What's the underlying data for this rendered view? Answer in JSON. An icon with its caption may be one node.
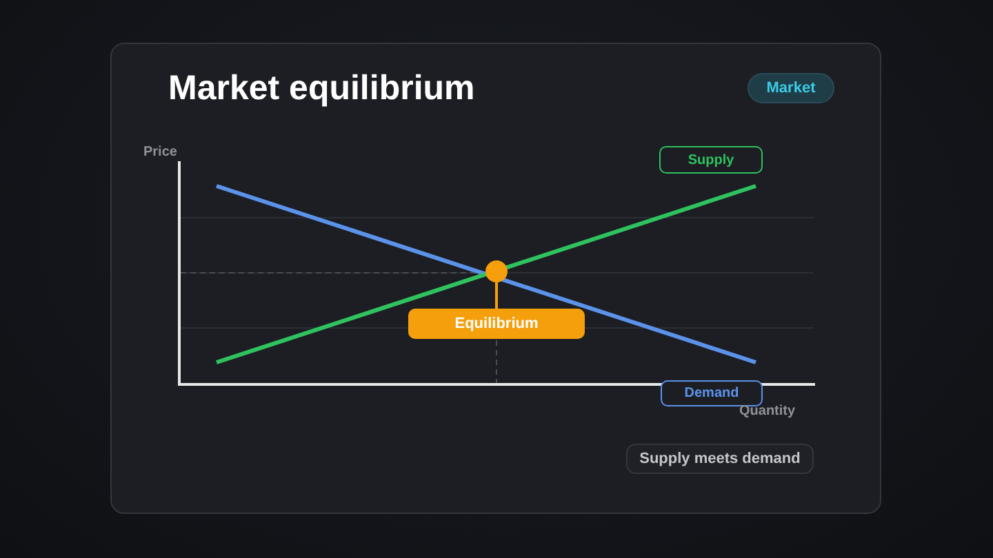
{
  "diagram": {
    "title": "Market equilibrium",
    "nodes": [
      {
        "text": [
          "Market"
        ]
      },
      {
        "text": [
          "Supply"
        ]
      },
      {
        "text": [],
        "shape": "circle"
      },
      {
        "text": [
          "Equilibrium"
        ]
      },
      {
        "text": [
          "Demand"
        ]
      },
      {
        "text": [
          "Supply meets demand"
        ]
      }
    ],
    "edges": [
      {
        "from": 3,
        "to": 2,
        "arrow": "none"
      }
    ],
    "labels": [
      "Price",
      "Quantity"
    ]
  }
}
